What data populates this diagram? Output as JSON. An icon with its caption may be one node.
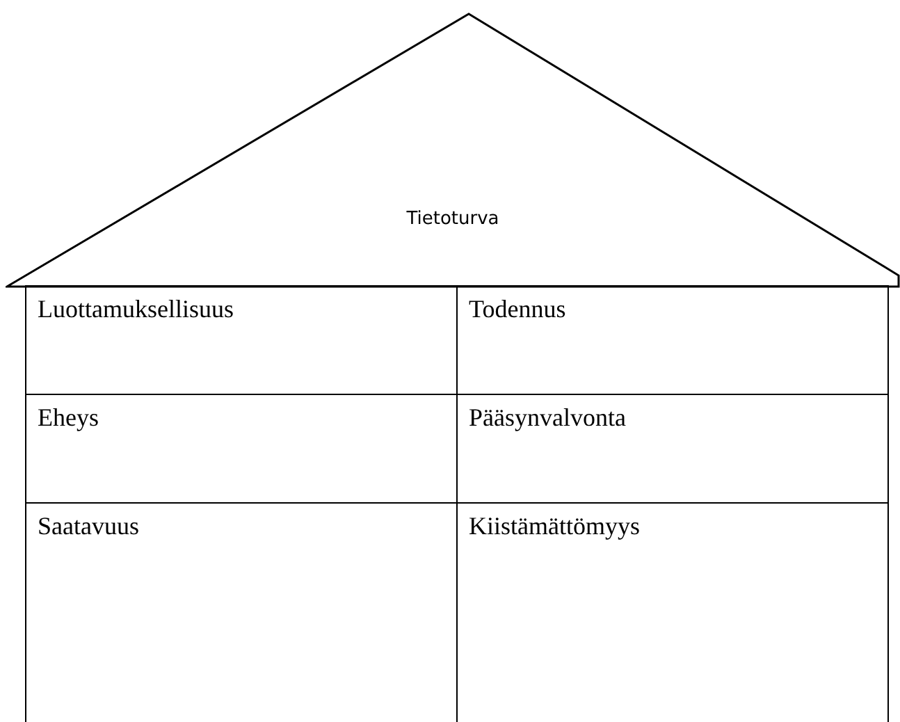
{
  "diagram": {
    "nodes": [
      {
        "text": [
          "Tietoturva"
        ]
      }
    ],
    "labels": [
      "Luottamuksellisuus",
      "Todennus",
      "Eheys",
      "Pääsynvalvonta",
      "Saatavuus",
      "Kiistämättömyys"
    ]
  }
}
